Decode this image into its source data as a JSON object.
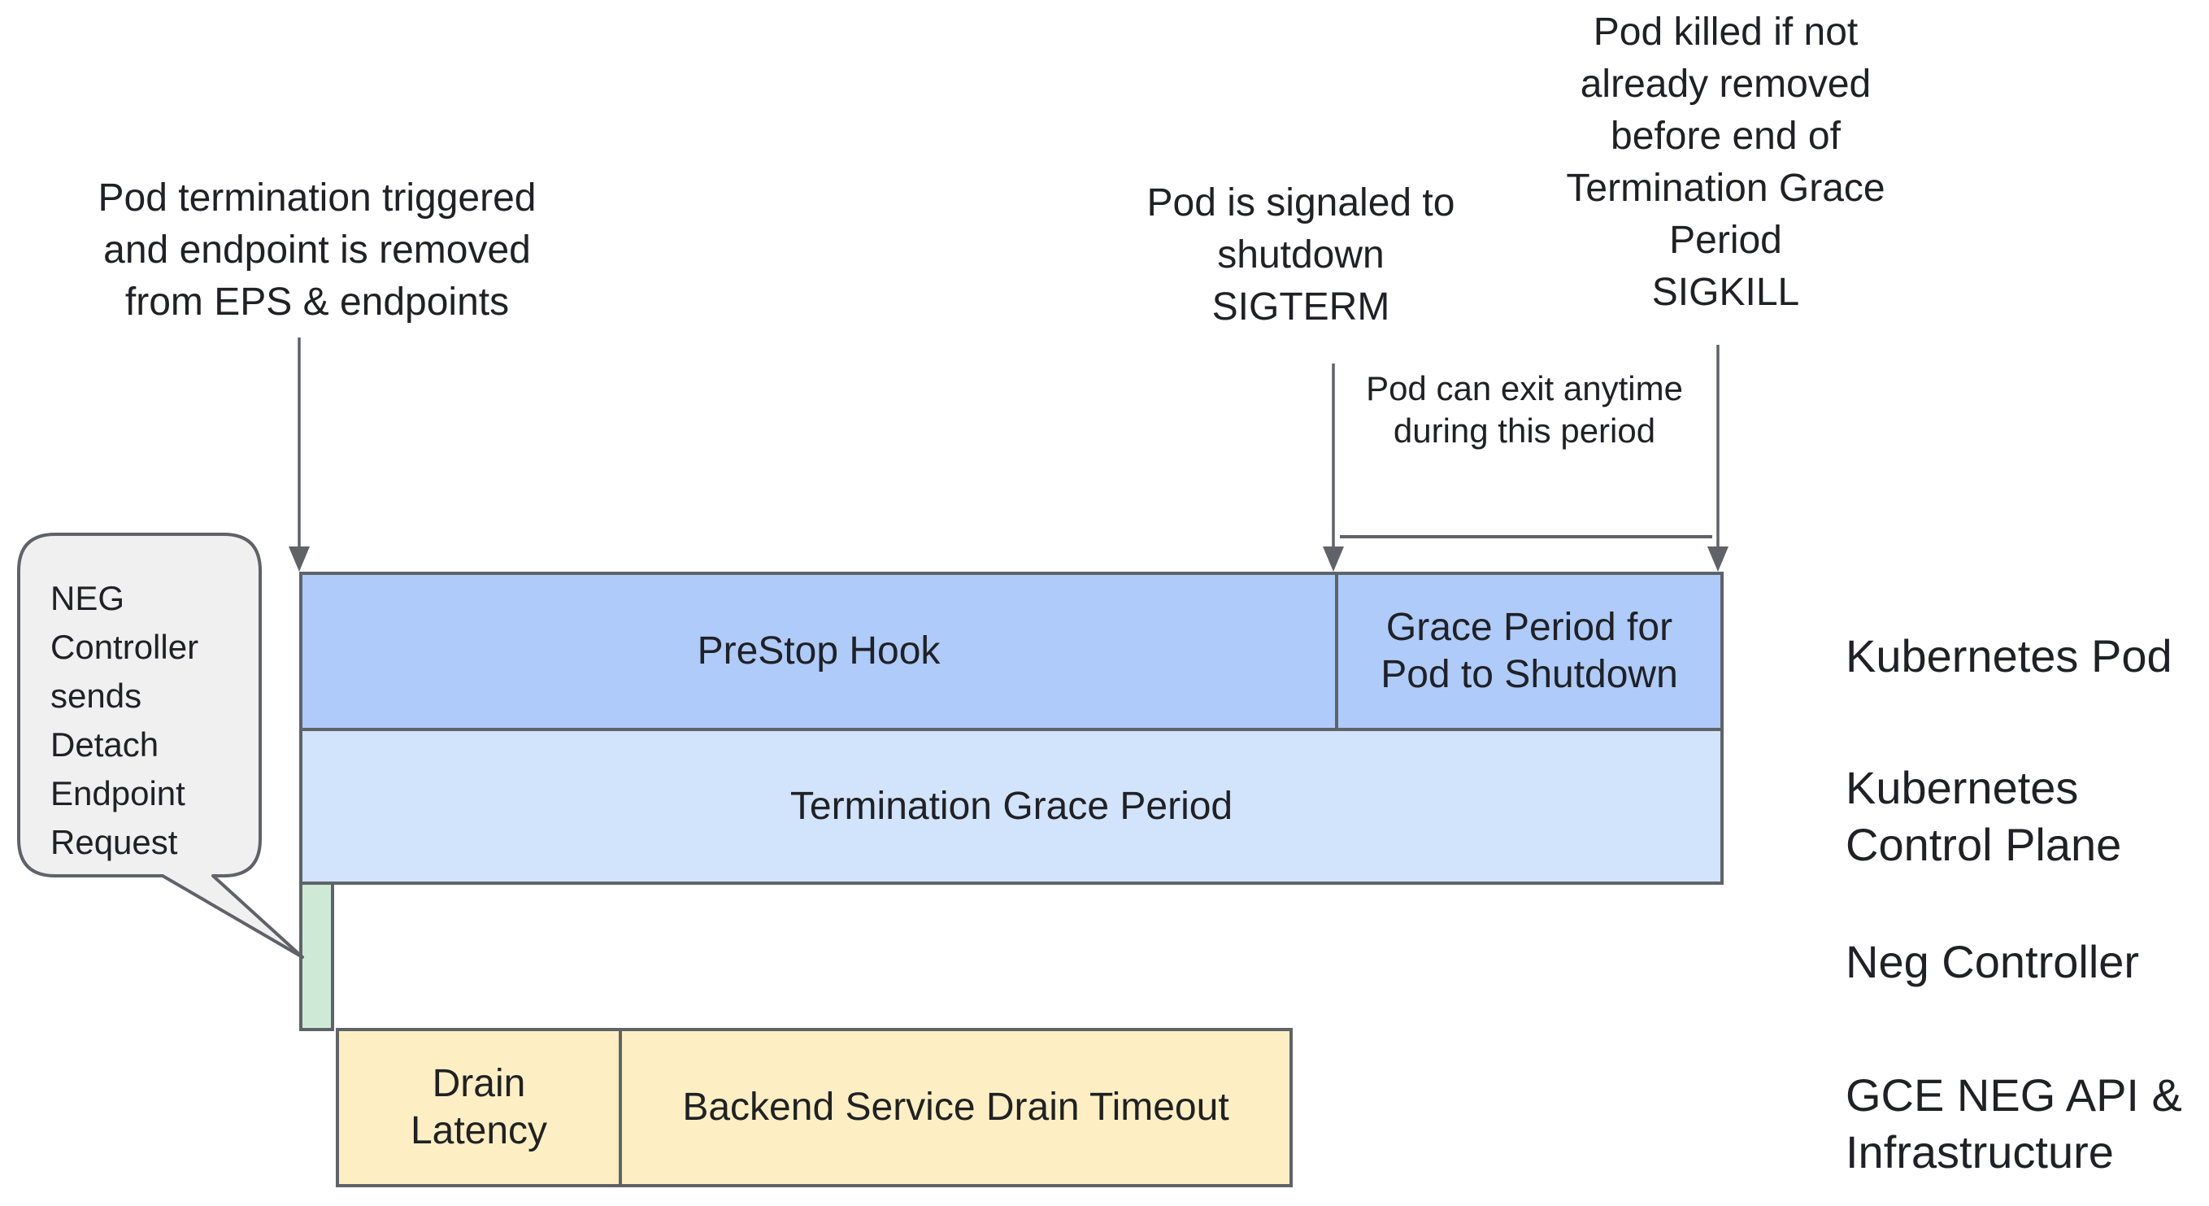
{
  "colors": {
    "bar_blue": "#aecbfa",
    "bar_light_blue": "#d2e3fc",
    "bar_green": "#ceead6",
    "bar_yellow": "#fdefc3",
    "outline": "#5f6368",
    "bubble_fill": "#f0f0f1",
    "text": "#202124",
    "background": "#ffffff"
  },
  "annotations": {
    "pod_termination": "Pod termination triggered\nand endpoint is removed\nfrom EPS & endpoints",
    "sigterm": "Pod is signaled to\nshutdown\nSIGTERM",
    "sigkill": "Pod killed if not\nalready removed\nbefore end of\nTermination Grace\nPeriod\nSIGKILL",
    "pod_exit_window": "Pod can exit anytime\nduring this period",
    "neg_bubble": "NEG\nController\nsends\nDetach\nEndpoint\nRequest"
  },
  "timeline_bars": {
    "prestop_hook": "PreStop Hook",
    "grace_period": "Grace Period for\nPod to Shutdown",
    "termination_grace_period": "Termination Grace Period",
    "drain_latency": "Drain\nLatency",
    "backend_drain_timeout": "Backend Service Drain Timeout"
  },
  "lanes": {
    "kubernetes_pod": "Kubernetes Pod",
    "kubernetes_control_plane": "Kubernetes\nControl Plane",
    "neg_controller": "Neg Controller",
    "gce_neg": "GCE NEG API &\nInfrastructure"
  }
}
